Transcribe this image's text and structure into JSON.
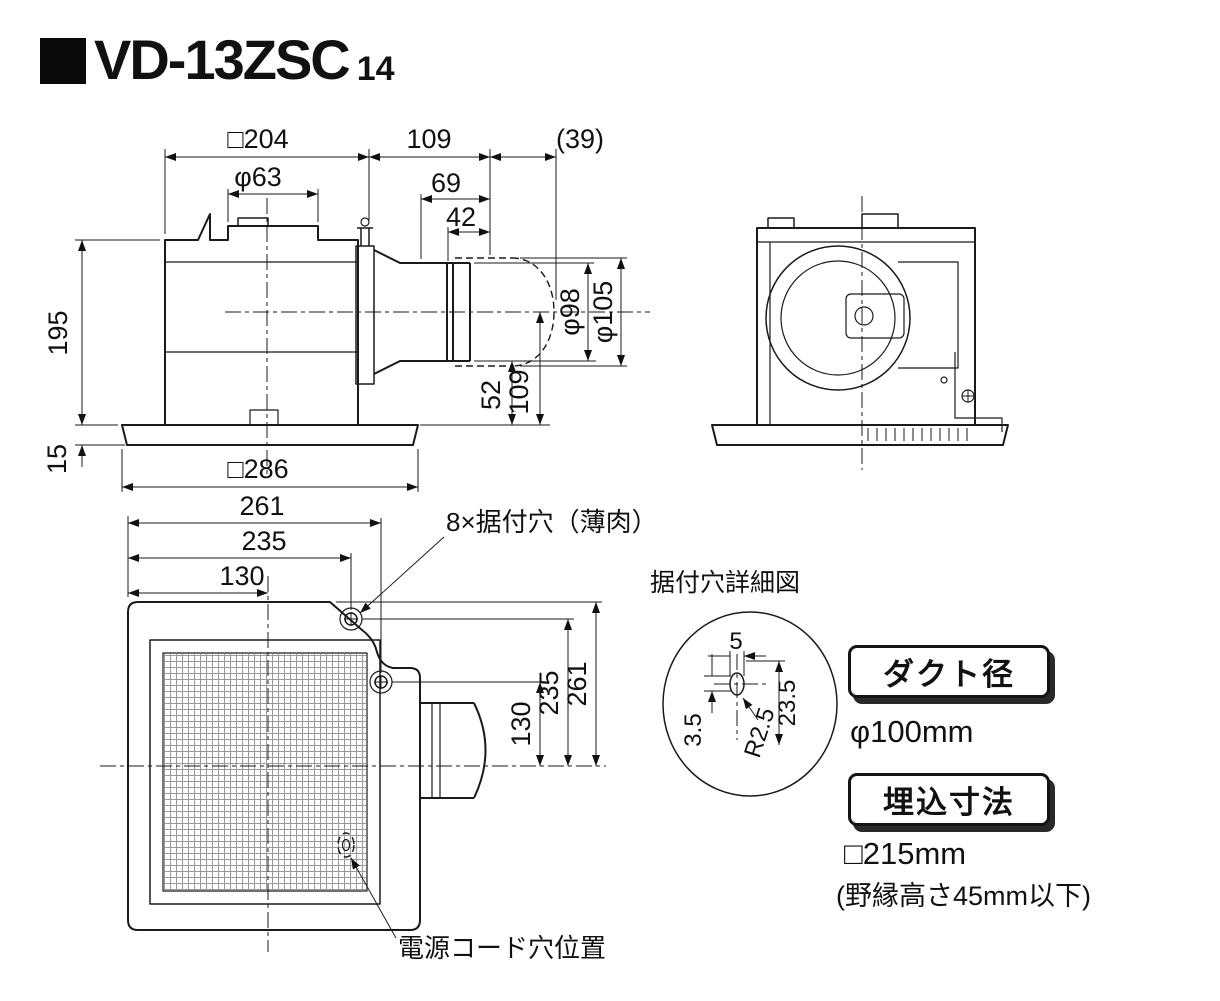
{
  "colors": {
    "line": "#1a1a1a",
    "background": "#ffffff",
    "button_shadow": "#2a2a2a"
  },
  "title": {
    "model": "VD-13ZSC",
    "suffix": "14"
  },
  "side_view": {
    "dim_sq204": "□204",
    "dim_phi63": "φ63",
    "dim_109_top": "109",
    "dim_69": "69",
    "dim_42": "42",
    "dim_39": "(39)",
    "dim_phi98": "φ98",
    "dim_phi105": "φ105",
    "dim_195": "195",
    "dim_15": "15",
    "dim_52": "52",
    "dim_109_right": "109",
    "dim_sq286": "□286"
  },
  "bottom_view": {
    "dim_h130": "130",
    "dim_h235": "235",
    "dim_h261": "261",
    "dim_v130": "130",
    "dim_v235": "235",
    "dim_v261": "261",
    "label_mount_holes": "8×据付穴（薄肉）",
    "label_power_cord": "電源コード穴位置"
  },
  "detail_view": {
    "title": "据付穴詳細図",
    "dim_5": "5",
    "dim_3_5": "3.5",
    "dim_r2_5": "R2.5",
    "dim_23_5": "23.5"
  },
  "specs": {
    "duct_label": "ダクト径",
    "duct_value": "φ100mm",
    "embed_label": "埋込寸法",
    "embed_value": "□215mm",
    "embed_note": "(野縁高さ45mm以下)"
  }
}
